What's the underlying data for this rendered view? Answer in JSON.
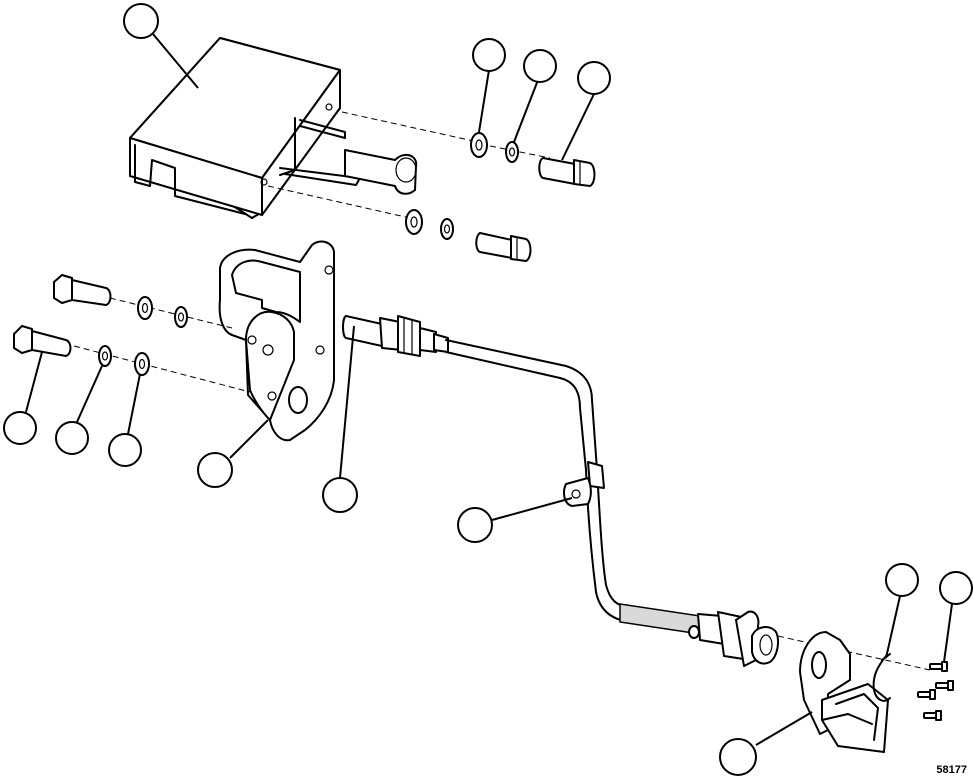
{
  "figure": {
    "number": "58177"
  },
  "callouts": [
    {
      "id": "c1"
    },
    {
      "id": "c2"
    },
    {
      "id": "c3"
    },
    {
      "id": "c4"
    },
    {
      "id": "c5"
    },
    {
      "id": "c6"
    },
    {
      "id": "c7"
    },
    {
      "id": "c8"
    },
    {
      "id": "c9"
    },
    {
      "id": "c10"
    },
    {
      "id": "c11"
    },
    {
      "id": "c12"
    },
    {
      "id": "c13"
    },
    {
      "id": "c14"
    }
  ],
  "colors": {
    "line": "#000000",
    "background": "#ffffff",
    "shade": "#d9d9d9"
  }
}
